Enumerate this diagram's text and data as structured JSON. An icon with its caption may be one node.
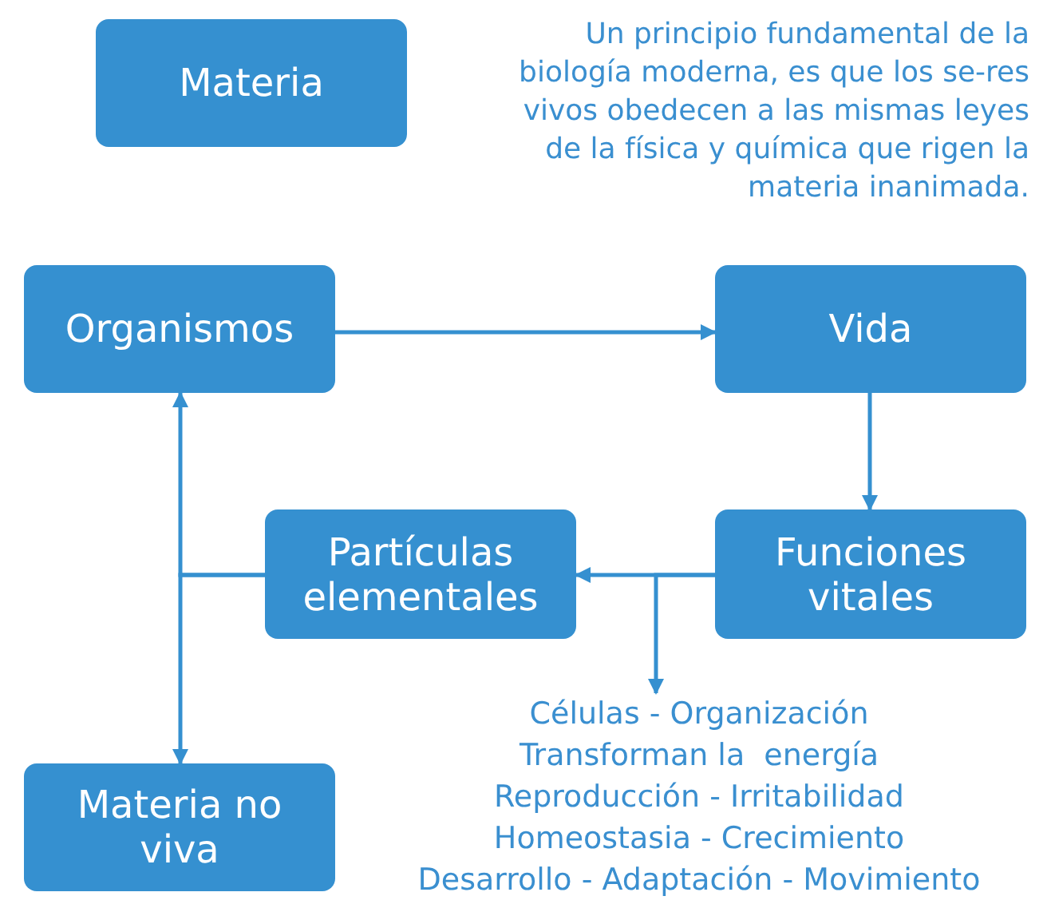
{
  "diagram": {
    "nodes": [
      {
        "text": [
          "Materia"
        ]
      },
      {
        "text": [
          "Organismos"
        ]
      },
      {
        "text": [
          "Vida"
        ]
      },
      {
        "text": [
          "Partículas elementales"
        ]
      },
      {
        "text": [
          "Funciones vitales"
        ]
      },
      {
        "text": [
          "Materia no viva"
        ]
      },
      {
        "text": [
          "Células - Organización",
          "Transforman la  energía",
          "Reproducción - Irritabilidad",
          "Homeostasia - Crecimiento",
          "Desarrollo - Adaptación - Movimiento"
        ]
      }
    ],
    "edges": [
      {
        "from": 1,
        "to": 2,
        "arrow": "to"
      },
      {
        "from": 2,
        "to": 4,
        "arrow": "to"
      },
      {
        "from": 4,
        "to": 3,
        "arrow": "to"
      },
      {
        "from": 4,
        "to": 6,
        "arrow": "to"
      },
      {
        "from": 3,
        "to": 1,
        "arrow": "to"
      },
      {
        "from": 3,
        "to": 5,
        "arrow": "to"
      }
    ],
    "labels": [
      "Un principio fundamental de la biología moderna, es que los se-res vivos obedecen a las mismas leyes de la física y química que rigen la materia inanimada."
    ]
  }
}
